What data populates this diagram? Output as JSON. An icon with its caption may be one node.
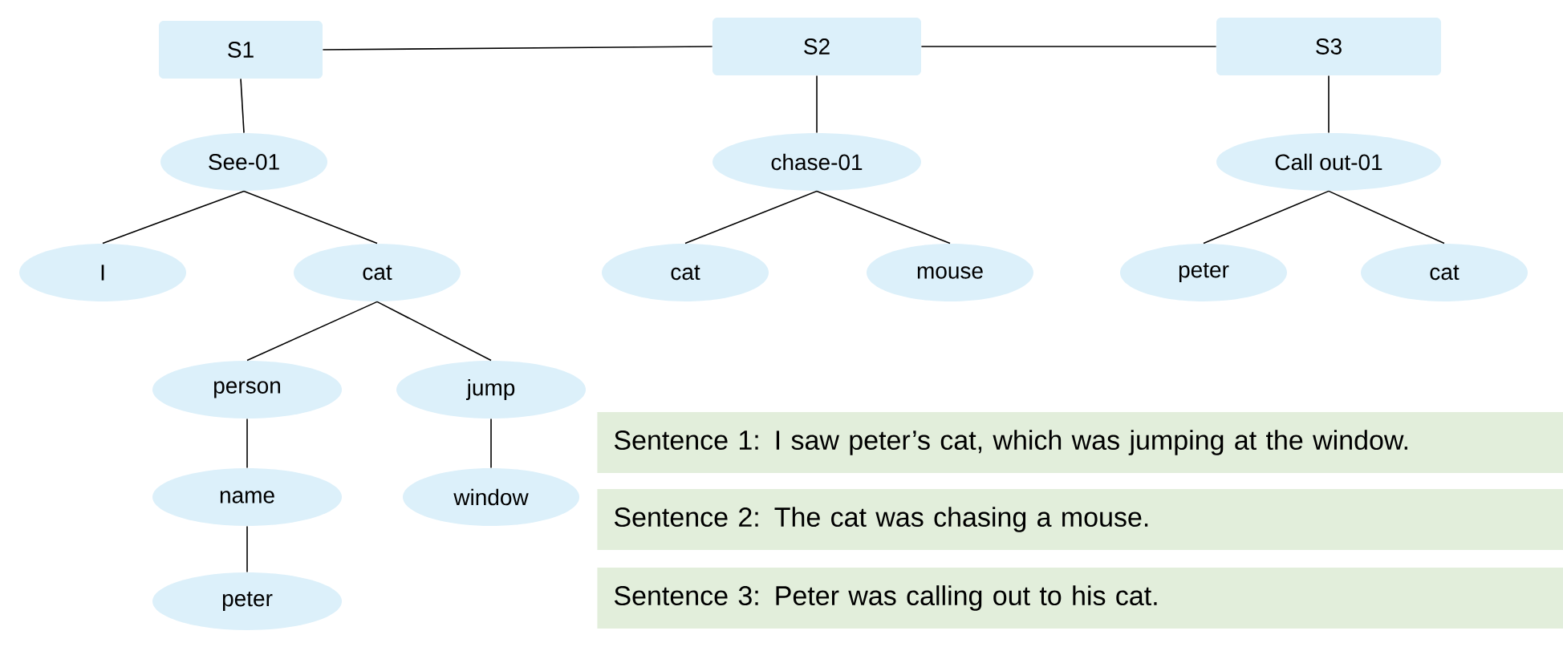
{
  "diagram": {
    "nodes": [
      {
        "text": [
          "S1"
        ]
      },
      {
        "text": [
          "S2"
        ]
      },
      {
        "text": [
          "S3"
        ]
      },
      {
        "text": [
          "See-01"
        ]
      },
      {
        "text": [
          "I"
        ]
      },
      {
        "text": [
          "cat"
        ]
      },
      {
        "text": [
          "person"
        ]
      },
      {
        "text": [
          "jump"
        ]
      },
      {
        "text": [
          "name"
        ]
      },
      {
        "text": [
          "window"
        ]
      },
      {
        "text": [
          "peter"
        ]
      },
      {
        "text": [
          "chase-01"
        ]
      },
      {
        "text": [
          "cat"
        ]
      },
      {
        "text": [
          "mouse"
        ]
      },
      {
        "text": [
          "Call out-01"
        ]
      },
      {
        "text": [
          "peter"
        ]
      },
      {
        "text": [
          "cat"
        ]
      },
      {
        "text": [
          "Sentence 1: I saw peter’s cat, which was jumping at the window."
        ]
      },
      {
        "text": [
          "Sentence 2: The cat was chasing a mouse."
        ]
      },
      {
        "text": [
          "Sentence 3: Peter was calling out to his cat."
        ]
      }
    ],
    "edges": [
      {
        "from": 0,
        "to": 1,
        "arrow": "none"
      },
      {
        "from": 1,
        "to": 2,
        "arrow": "none"
      },
      {
        "from": 0,
        "to": 3,
        "arrow": "none"
      },
      {
        "from": 3,
        "to": 4,
        "arrow": "none"
      },
      {
        "from": 3,
        "to": 5,
        "arrow": "none"
      },
      {
        "from": 5,
        "to": 6,
        "arrow": "none"
      },
      {
        "from": 5,
        "to": 7,
        "arrow": "none"
      },
      {
        "from": 6,
        "to": 8,
        "arrow": "none"
      },
      {
        "from": 8,
        "to": 10,
        "arrow": "none"
      },
      {
        "from": 7,
        "to": 9,
        "arrow": "none"
      },
      {
        "from": 1,
        "to": 11,
        "arrow": "none"
      },
      {
        "from": 11,
        "to": 12,
        "arrow": "none"
      },
      {
        "from": 11,
        "to": 13,
        "arrow": "none"
      },
      {
        "from": 2,
        "to": 14,
        "arrow": "none"
      },
      {
        "from": 14,
        "to": 15,
        "arrow": "none"
      },
      {
        "from": 14,
        "to": 16,
        "arrow": "none"
      }
    ]
  }
}
